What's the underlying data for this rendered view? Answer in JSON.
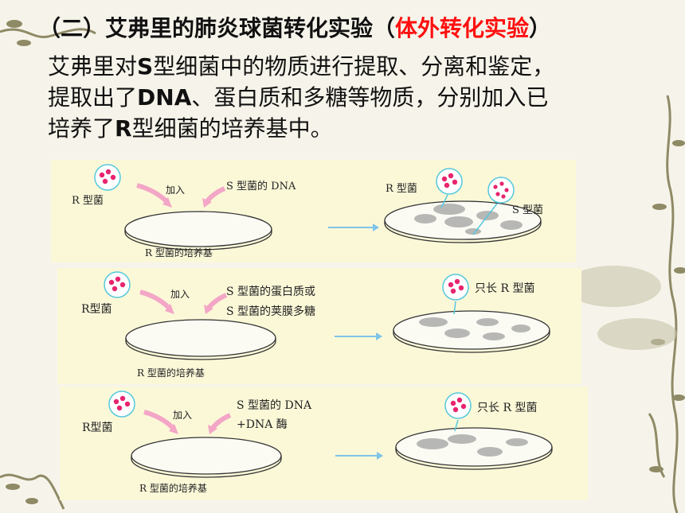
{
  "title": {
    "prefix": "（二）",
    "main": "艾弗里的肺炎球菌转化实验（",
    "highlight": "体外转化实验",
    "suffix": "）",
    "highlight_color": "#ff1010"
  },
  "paragraph": {
    "l1a": "艾弗里对",
    "l1b": "S",
    "l1c": "型细菌中的物质进行提取、分离和鉴定，",
    "l2a": "提取出了",
    "l2b": "DNA",
    "l2c": "、蛋白质和多糖等物质，分别加入已",
    "l3a": "培养了",
    "l3b": "R",
    "l3c": "型细菌的培养基中。"
  },
  "panels": [
    {
      "r_label": "R 型菌",
      "add_label": "加入",
      "s_label_1": "S 型菌的 DNA",
      "s_label_2": "",
      "medium_label": "R 型菌的培养基",
      "result_label_1": "R 型菌",
      "result_label_2": "S 型菌"
    },
    {
      "r_label": "R型菌",
      "add_label": "加入",
      "s_label_1": "S 型菌的蛋白质或",
      "s_label_2": "S 型菌的荚膜多糖",
      "medium_label": "R 型菌的培养基",
      "result_label_1": "只长 R 型菌"
    },
    {
      "r_label": "R型菌",
      "add_label": "加入",
      "s_label_1": "S 型菌的 DNA",
      "s_label_2": "+DNA 酶",
      "medium_label": "R 型菌的培养基",
      "result_label_1": "只长 R 型菌"
    }
  ],
  "colors": {
    "cell": "#e8246e",
    "arrow_pink": "#f3a6c6",
    "colony": "#9a9a9a",
    "panel_bg": "#fbf8d8"
  }
}
